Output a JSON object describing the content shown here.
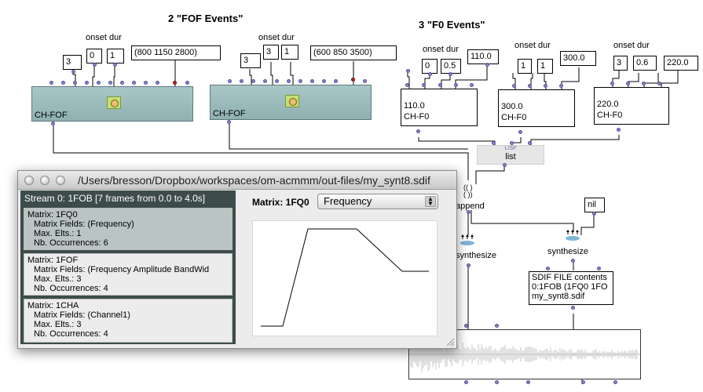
{
  "titles": {
    "fof": "2 \"FOF Events\"",
    "f0": "3 \"F0 Events\""
  },
  "labels": {
    "onset_dur": "onset dur"
  },
  "fof_group1": {
    "val_a": "3",
    "val_b": "0",
    "val_c": "1",
    "list": "(800 1150 2800)",
    "box_label": "CH-FOF"
  },
  "fof_group2": {
    "val_a": "3",
    "val_b": "3",
    "val_c": "1",
    "list": "(600 850 3500)",
    "box_label": "CH-FOF"
  },
  "f0_group1": {
    "val_a": "0",
    "val_b": "0.5",
    "val_c": "110.0",
    "box_value": "110.0",
    "box_label": "CH-F0"
  },
  "f0_group2": {
    "val_a": "1",
    "val_b": "1",
    "val_c": "300.0",
    "box_value": "300.0",
    "box_label": "CH-F0"
  },
  "f0_group3": {
    "val_a": "3",
    "val_b": "0.6",
    "val_c": "220.0",
    "box_value": "220.0",
    "box_label": "CH-F0"
  },
  "list_box": {
    "tag": "LISP",
    "label": "list"
  },
  "append_label": "append",
  "nil_box": "nil",
  "synth1_label": "synthesize",
  "synth2_label": "synthesize",
  "sdif_box": {
    "line1": "SDIF FILE contents",
    "line2": "0:1FOB (1FQ0 1FO",
    "line3": "my_synt8.sdif"
  },
  "window": {
    "title": "/Users/bresson/Dropbox/workspaces/om-acmmm/out-files/my_synt8.sdif",
    "stream_header": "Stream 0: 1FOB [7 frames from 0.0 to 4.0s]",
    "matrices": [
      {
        "name": "Matrix: 1FQ0",
        "fields": "Matrix Fields: (Frequency)",
        "max": "Max. Elts.: 1",
        "occ": "Nb. Occurrences: 6"
      },
      {
        "name": "Matrix: 1FOF",
        "fields": "Matrix Fields: (Frequency Amplitude BandWid",
        "max": "Max. Elts.: 3",
        "occ": "Nb. Occurrences: 4"
      },
      {
        "name": "Matrix: 1CHA",
        "fields": "Matrix Fields: (Channel1)",
        "max": "Max. Elts.: 3",
        "occ": "Nb. Occurrences: 4"
      }
    ],
    "matrix_label": "Matrix: 1FQ0",
    "field_select": "Frequency"
  },
  "colors": {
    "inlet": "#8582c9",
    "fof_box": "#9fbdbe",
    "panel_dark": "#3d4c4b",
    "red_inlet": "#c0261e"
  }
}
